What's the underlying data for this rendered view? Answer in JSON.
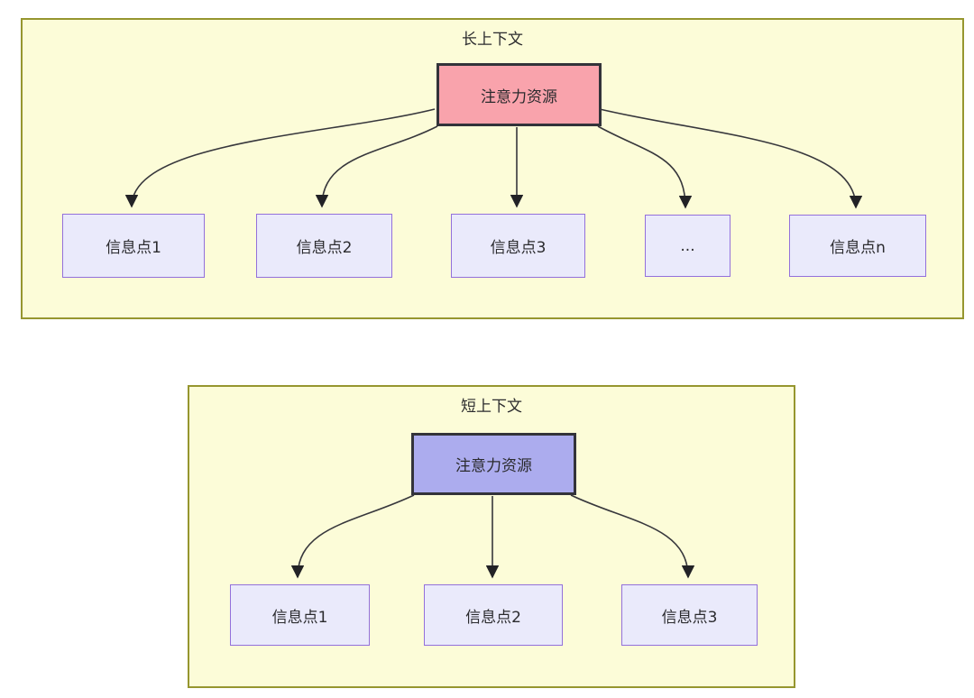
{
  "diagram": {
    "long_context": {
      "title": "长上下文",
      "attention_label": "注意力资源",
      "items": [
        "信息点1",
        "信息点2",
        "信息点3",
        "...",
        "信息点n"
      ]
    },
    "short_context": {
      "title": "短上下文",
      "attention_label": "注意力资源",
      "items": [
        "信息点1",
        "信息点2",
        "信息点3"
      ]
    },
    "colors": {
      "container_fill": "#FCFCD8",
      "container_border": "#96962F",
      "attention_long_fill": "#F9A3AC",
      "attention_short_fill": "#ACACEE",
      "attention_border": "#33333A",
      "info_fill": "#EAEAFB",
      "info_border": "#9370DB",
      "arrow": "#37373C",
      "text": "#2B2B2E"
    }
  }
}
